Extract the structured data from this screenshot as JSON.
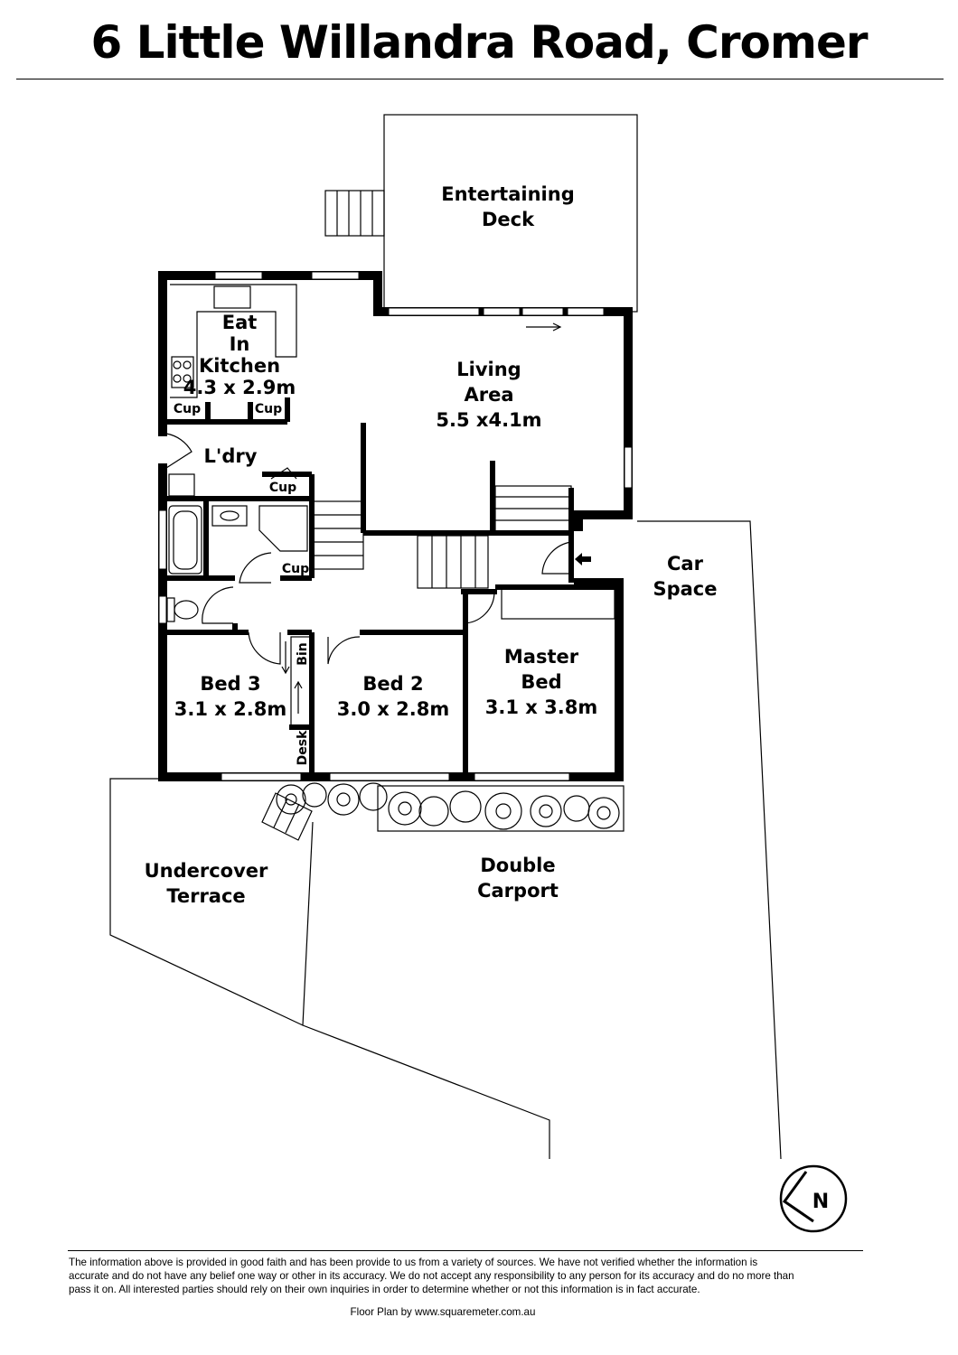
{
  "title": "6 Little Willandra Road, Cromer",
  "rooms": {
    "entertaining_deck": [
      "Entertaining",
      "Deck"
    ],
    "kitchen": [
      "Eat",
      "In",
      "Kitchen",
      "4.3 x 2.9m"
    ],
    "living": [
      "Living",
      "Area",
      "5.5 x4.1m"
    ],
    "laundry": "L'dry",
    "cupboard": "Cup",
    "car_space": [
      "Car",
      "Space"
    ],
    "master_bed": [
      "Master",
      "Bed",
      "3.1 x 3.8m"
    ],
    "bed2": [
      "Bed 2",
      "3.0 x 2.8m"
    ],
    "bed3": [
      "Bed 3",
      "3.1 x 2.8m"
    ],
    "bin": "Bin",
    "desk": "Desk",
    "undercover_terrace": [
      "Undercover",
      "Terrace"
    ],
    "double_carport": [
      "Double",
      "Carport"
    ]
  },
  "compass": "N",
  "footer": {
    "disclaimer_lines": [
      "The information above is provided in good faith and has been provide to us from a variety of sources. We have not verified whether the information is",
      "accurate and do not have any belief one way or other in its accuracy. We do not accept any responsibility to any person for its accuracy and do no more than",
      "pass it on. All interested parties should rely on their own inquiries in order to determine whether or not this information is in fact accurate."
    ],
    "credit": "Floor Plan by www.squaremeter.com.au"
  }
}
